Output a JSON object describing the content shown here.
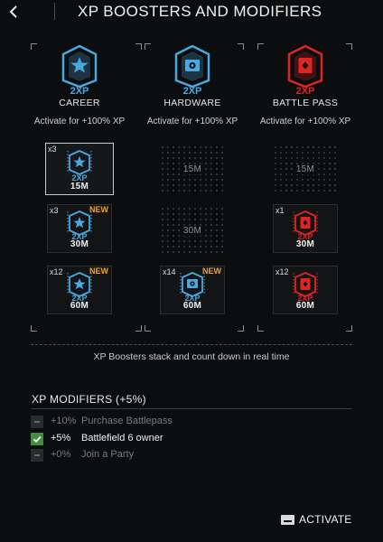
{
  "header": {
    "title": "XP BOOSTERS AND MODIFIERS"
  },
  "columns": [
    {
      "name": "CAREER",
      "badge": "2XP",
      "description": "Activate for +100% XP",
      "color": "#4aa8e0"
    },
    {
      "name": "HARDWARE",
      "badge": "2XP",
      "description": "Activate for +100% XP",
      "color": "#4aa8e0"
    },
    {
      "name": "BATTLE PASS",
      "badge": "2XP",
      "description": "Activate for +100% XP",
      "color": "#e02424"
    }
  ],
  "boosters": {
    "career": [
      {
        "count": "x3",
        "badge": "2XP",
        "duration": "15M",
        "is_new": false,
        "new_label": ""
      },
      {
        "count": "x3",
        "badge": "2XP",
        "duration": "30M",
        "is_new": true,
        "new_label": "NEW"
      },
      {
        "count": "x12",
        "badge": "2XP",
        "duration": "60M",
        "is_new": true,
        "new_label": "NEW"
      }
    ],
    "hardware": [
      {
        "duration": "15M",
        "empty": true
      },
      {
        "duration": "30M",
        "empty": true
      },
      {
        "count": "x14",
        "badge": "2XP",
        "duration": "60M",
        "is_new": true,
        "new_label": "NEW"
      }
    ],
    "battle_pass": [
      {
        "duration": "15M",
        "empty": true
      },
      {
        "count": "x1",
        "badge": "2XP",
        "duration": "30M",
        "is_new": false,
        "new_label": ""
      },
      {
        "count": "x12",
        "badge": "2XP",
        "duration": "60M",
        "is_new": false,
        "new_label": ""
      }
    ]
  },
  "note": "XP Boosters stack and count down in real time",
  "modifiers": {
    "title": "XP MODIFIERS (+5%)",
    "items": [
      {
        "percent": "+10%",
        "label": "Purchase Battlepass",
        "active": false
      },
      {
        "percent": "+5%",
        "label": "Battlefield 6 owner",
        "active": true
      },
      {
        "percent": "+0%",
        "label": "Join a Party",
        "active": false
      }
    ]
  },
  "footer": {
    "activate_label": "ACTIVATE"
  },
  "icons": {
    "back": "chevron-left-icon",
    "career": "star-chevron-icon",
    "hardware": "hardware-chevron-icon",
    "battle_pass": "card-chevron-icon",
    "check": "check-icon",
    "activate_key": "keyboard-key-icon"
  }
}
